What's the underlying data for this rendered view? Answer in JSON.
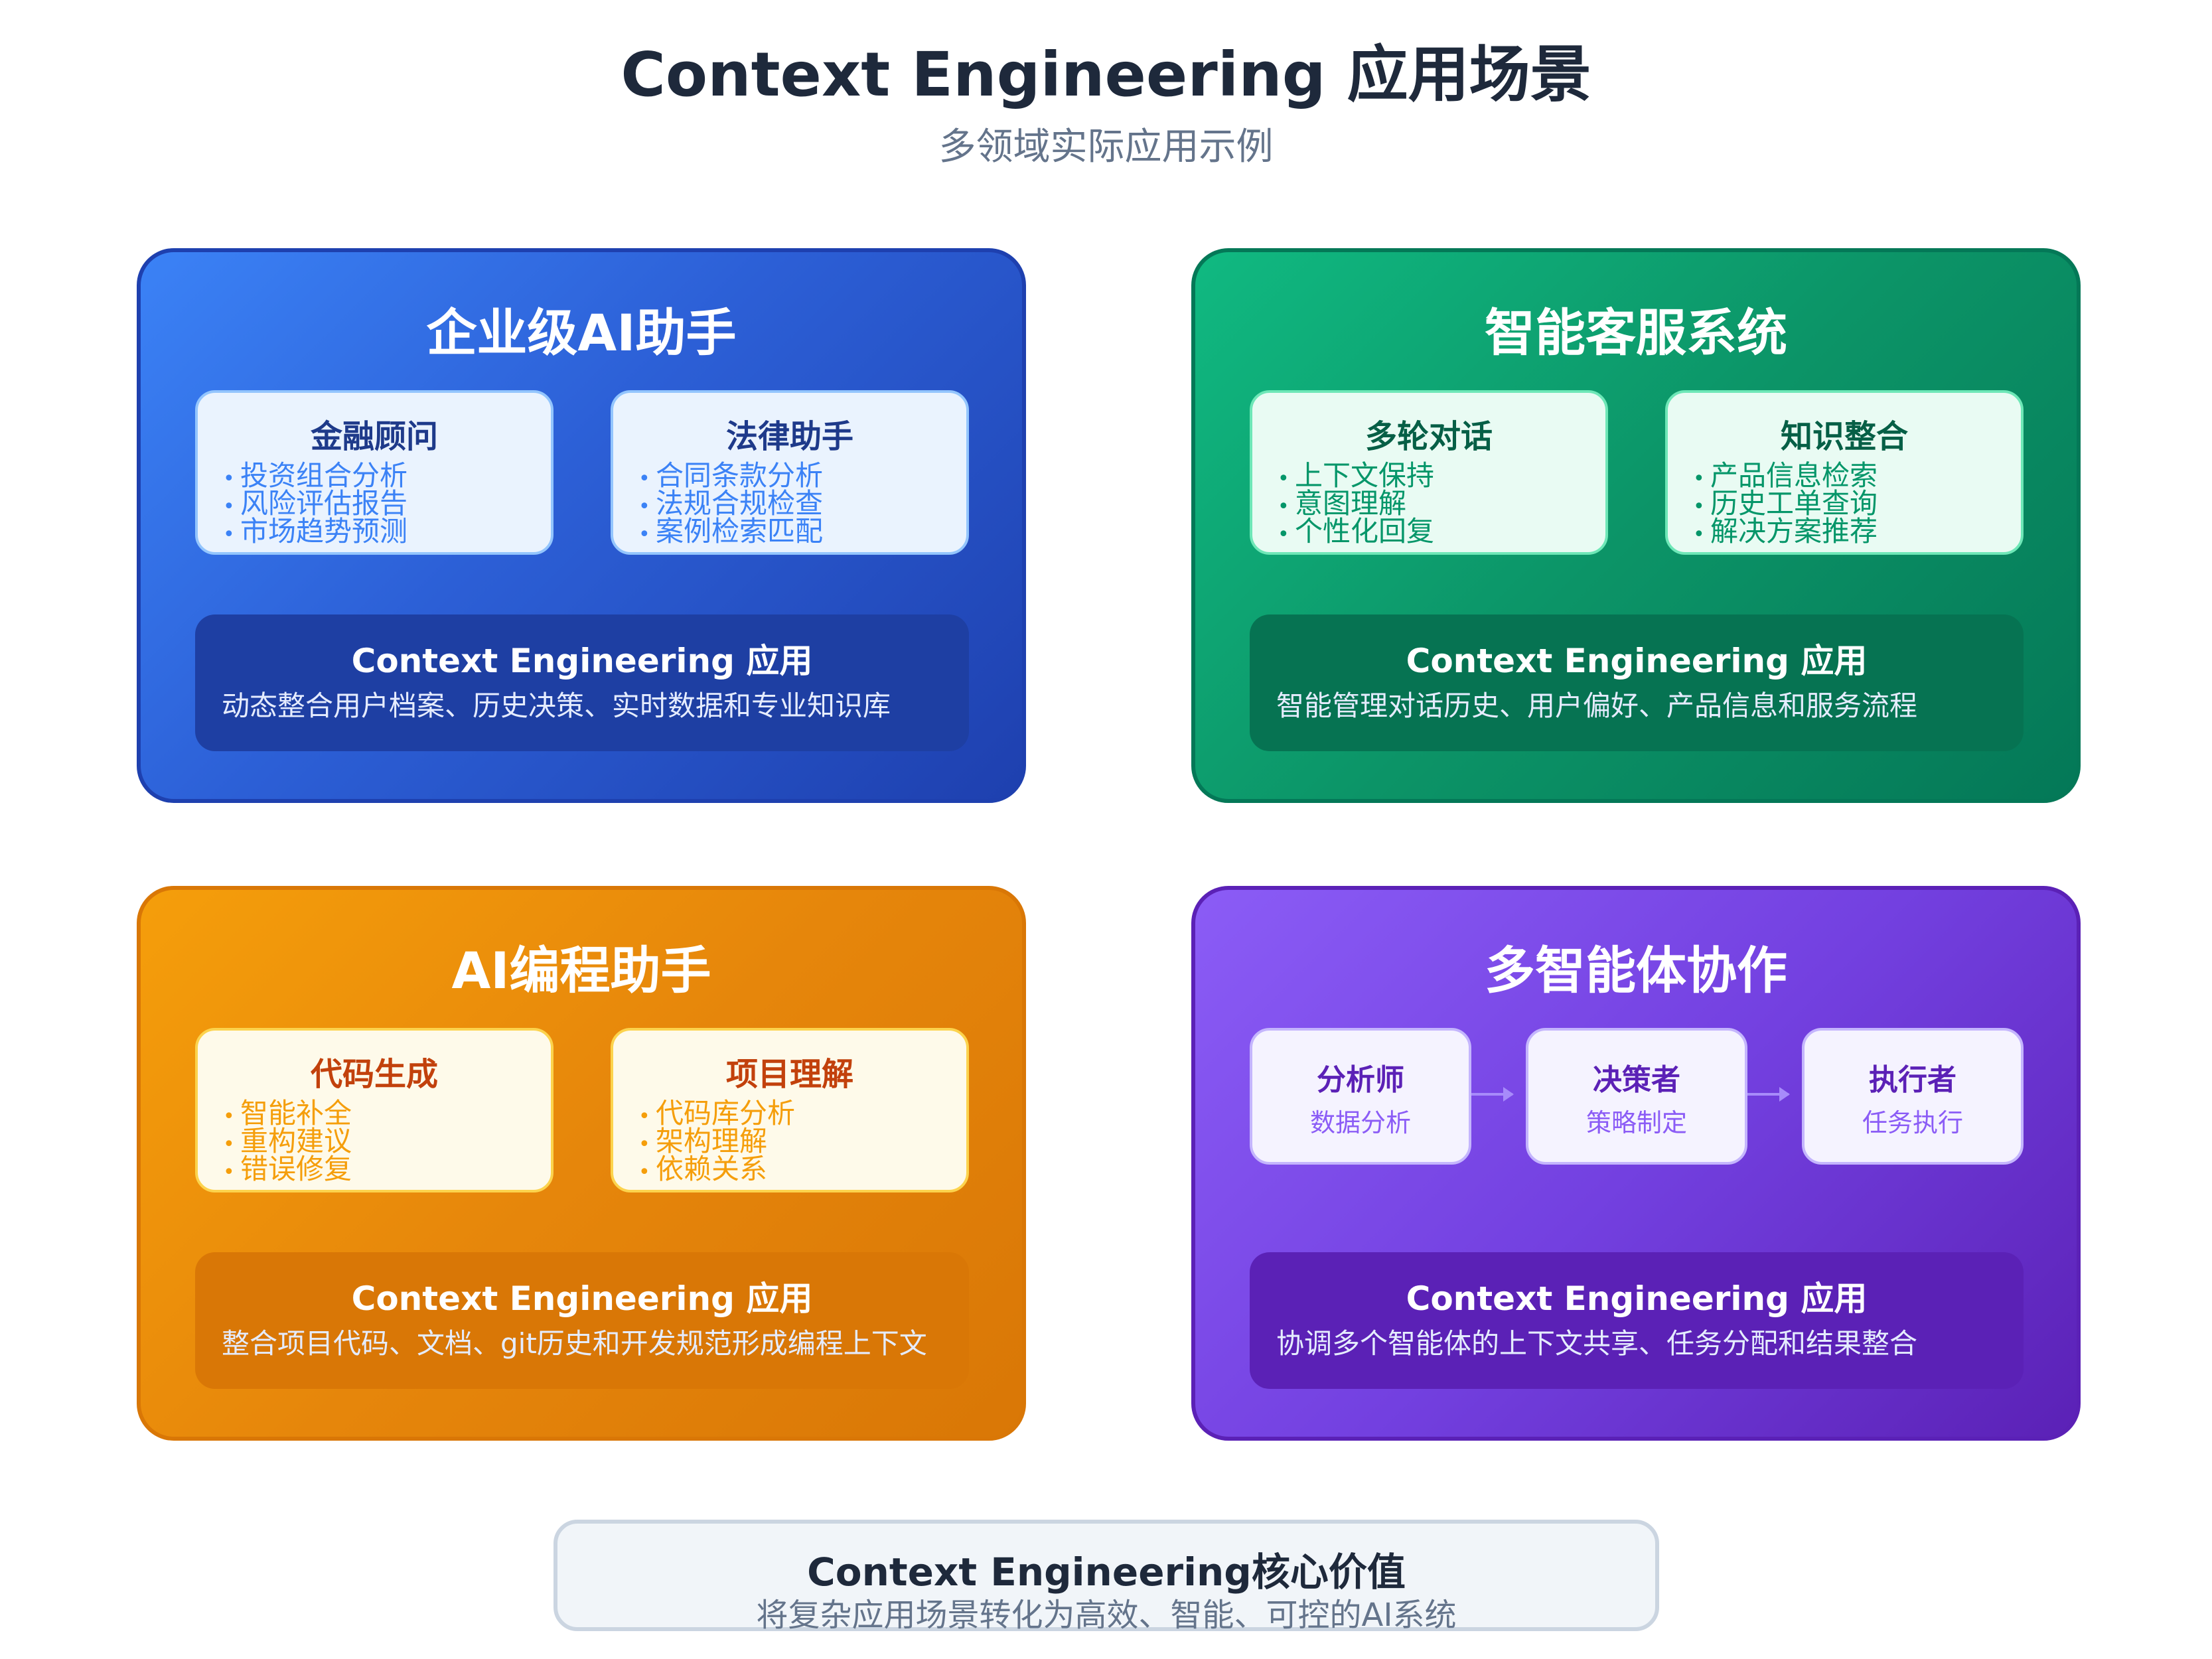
{
  "header": {
    "title": "Context Engineering 应用场景",
    "subtitle": "多领域实际应用示例"
  },
  "app_label": "Context Engineering 应用",
  "cards": {
    "enterprise": {
      "title": "企业级AI助手",
      "finance": {
        "title": "金融顾问",
        "items": [
          "投资组合分析",
          "风险评估报告",
          "市场趋势预测"
        ]
      },
      "legal": {
        "title": "法律助手",
        "items": [
          "合同条款分析",
          "法规合规检查",
          "案例检索匹配"
        ]
      },
      "app_desc": "动态整合用户档案、历史决策、实时数据和专业知识库"
    },
    "customer_service": {
      "title": "智能客服系统",
      "dialog": {
        "title": "多轮对话",
        "items": [
          "上下文保持",
          "意图理解",
          "个性化回复"
        ]
      },
      "knowledge": {
        "title": "知识整合",
        "items": [
          "产品信息检索",
          "历史工单查询",
          "解决方案推荐"
        ]
      },
      "app_desc": "智能管理对话历史、用户偏好、产品信息和服务流程"
    },
    "coding": {
      "title": "AI编程助手",
      "codegen": {
        "title": "代码生成",
        "items": [
          "智能补全",
          "重构建议",
          "错误修复"
        ]
      },
      "project": {
        "title": "项目理解",
        "items": [
          "代码库分析",
          "架构理解",
          "依赖关系"
        ]
      },
      "app_desc": "整合项目代码、文档、git历史和开发规范形成编程上下文"
    },
    "multi_agent": {
      "title": "多智能体协作",
      "agents": [
        {
          "title": "分析师",
          "subtitle": "数据分析"
        },
        {
          "title": "决策者",
          "subtitle": "策略制定"
        },
        {
          "title": "执行者",
          "subtitle": "任务执行"
        }
      ],
      "app_desc": "协调多个智能体的上下文共享、任务分配和结果整合"
    }
  },
  "footer": {
    "title": "Context Engineering核心价值",
    "description": "将复杂应用场景转化为高效、智能、可控的AI系统"
  },
  "bullet": "•",
  "colors": {
    "blue": "#3b82f6",
    "green": "#10b981",
    "orange": "#f59e0b",
    "purple": "#8b5cf6"
  }
}
